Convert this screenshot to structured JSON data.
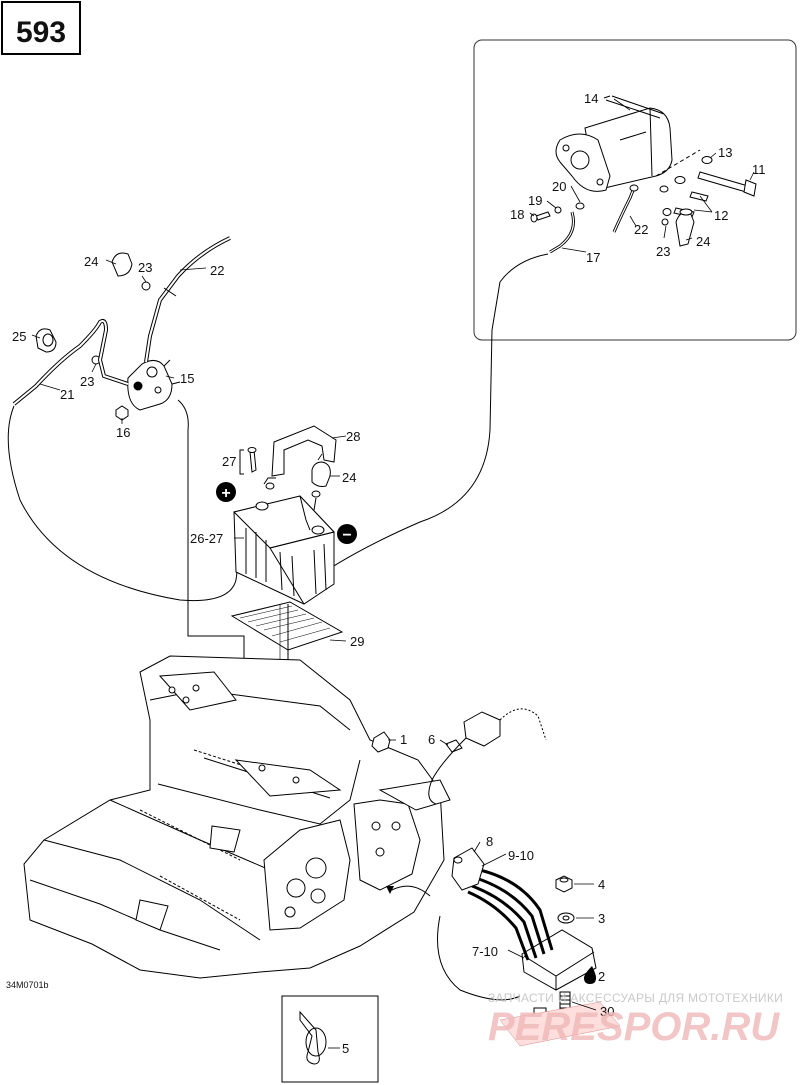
{
  "page_number": "593",
  "drawing_code": "34M0701b",
  "watermark": {
    "line1": "ЗАПЧАСТИ И АКСЕССУАРЫ ДЛЯ МОТОТЕХНИКИ",
    "line2": "PERESPOR.RU"
  },
  "callouts": [
    {
      "id": "c1",
      "text": "1"
    },
    {
      "id": "c2",
      "text": "2"
    },
    {
      "id": "c3",
      "text": "3"
    },
    {
      "id": "c4",
      "text": "4"
    },
    {
      "id": "c5",
      "text": "5"
    },
    {
      "id": "c6",
      "text": "6"
    },
    {
      "id": "c7",
      "text": "7-10"
    },
    {
      "id": "c8",
      "text": "8"
    },
    {
      "id": "c9",
      "text": "9-10"
    },
    {
      "id": "c11",
      "text": "11"
    },
    {
      "id": "c12",
      "text": "12"
    },
    {
      "id": "c13",
      "text": "13"
    },
    {
      "id": "c14",
      "text": "14"
    },
    {
      "id": "c15",
      "text": "15"
    },
    {
      "id": "c16",
      "text": "16"
    },
    {
      "id": "c17",
      "text": "17"
    },
    {
      "id": "c18",
      "text": "18"
    },
    {
      "id": "c19",
      "text": "19"
    },
    {
      "id": "c20",
      "text": "20"
    },
    {
      "id": "c21",
      "text": "21"
    },
    {
      "id": "c22a",
      "text": "22"
    },
    {
      "id": "c22b",
      "text": "22"
    },
    {
      "id": "c23a",
      "text": "23"
    },
    {
      "id": "c23b",
      "text": "23"
    },
    {
      "id": "c23c",
      "text": "23"
    },
    {
      "id": "c24a",
      "text": "24"
    },
    {
      "id": "c24b",
      "text": "24"
    },
    {
      "id": "c24c",
      "text": "24"
    },
    {
      "id": "c25",
      "text": "25"
    },
    {
      "id": "c26",
      "text": "26-27"
    },
    {
      "id": "c27",
      "text": "27"
    },
    {
      "id": "c28",
      "text": "28"
    },
    {
      "id": "c29",
      "text": "29"
    },
    {
      "id": "c30",
      "text": "30"
    }
  ],
  "terminals": {
    "positive": "+",
    "negative": "−"
  }
}
